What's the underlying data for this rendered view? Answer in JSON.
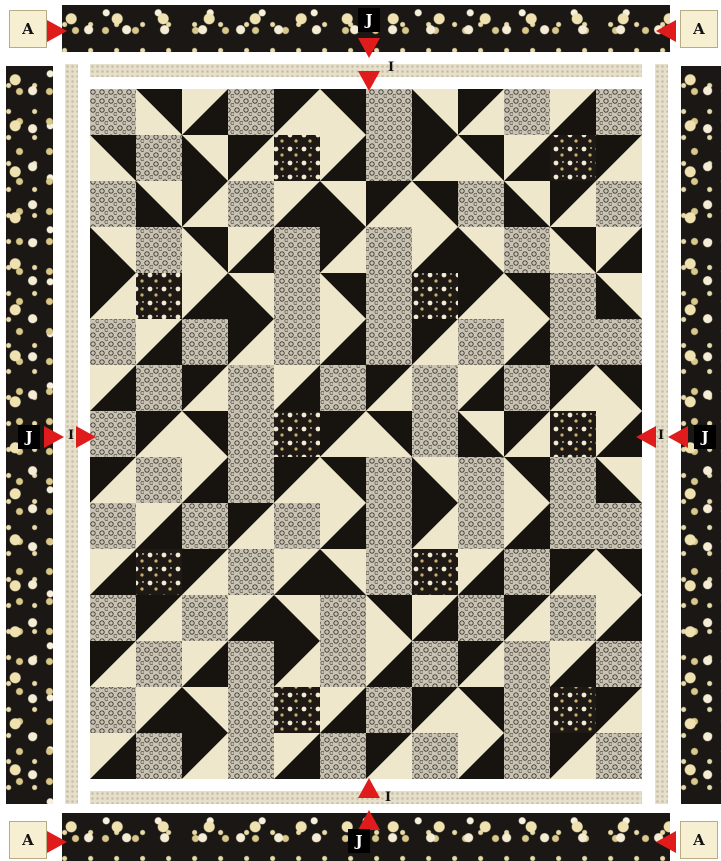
{
  "labels": {
    "corner": "A",
    "outer_border": "J",
    "inner_border": "I"
  },
  "quilt": {
    "cols": 12,
    "rows": 15,
    "grid": [
      "AHHAHHAHHAHA",
      "HAHHFHAHHHFH",
      "AHHAHHHHAHHA",
      "HAHHAHAHHAHH",
      "HFHHAHAFHHAH",
      "AHAHAHAHAHAA",
      "HAHAHAHAHAHH",
      "AHHAFHHAHHFH",
      "HAHAHHAHAHAH",
      "AHAHAHAHAHAA",
      "HFHAHHAFHAHH",
      "AHAHHAHHAHAH",
      "HAHAHAHAHAHA",
      "AHHAFHAHHAFH",
      "HAHAHAHAHAHA"
    ]
  },
  "colors": {
    "cream": "#efe7cc",
    "black": "#17130f",
    "swirl": "#c9c3b3",
    "flower_bg": "#1e1914",
    "arrow": "#e01b1b"
  }
}
